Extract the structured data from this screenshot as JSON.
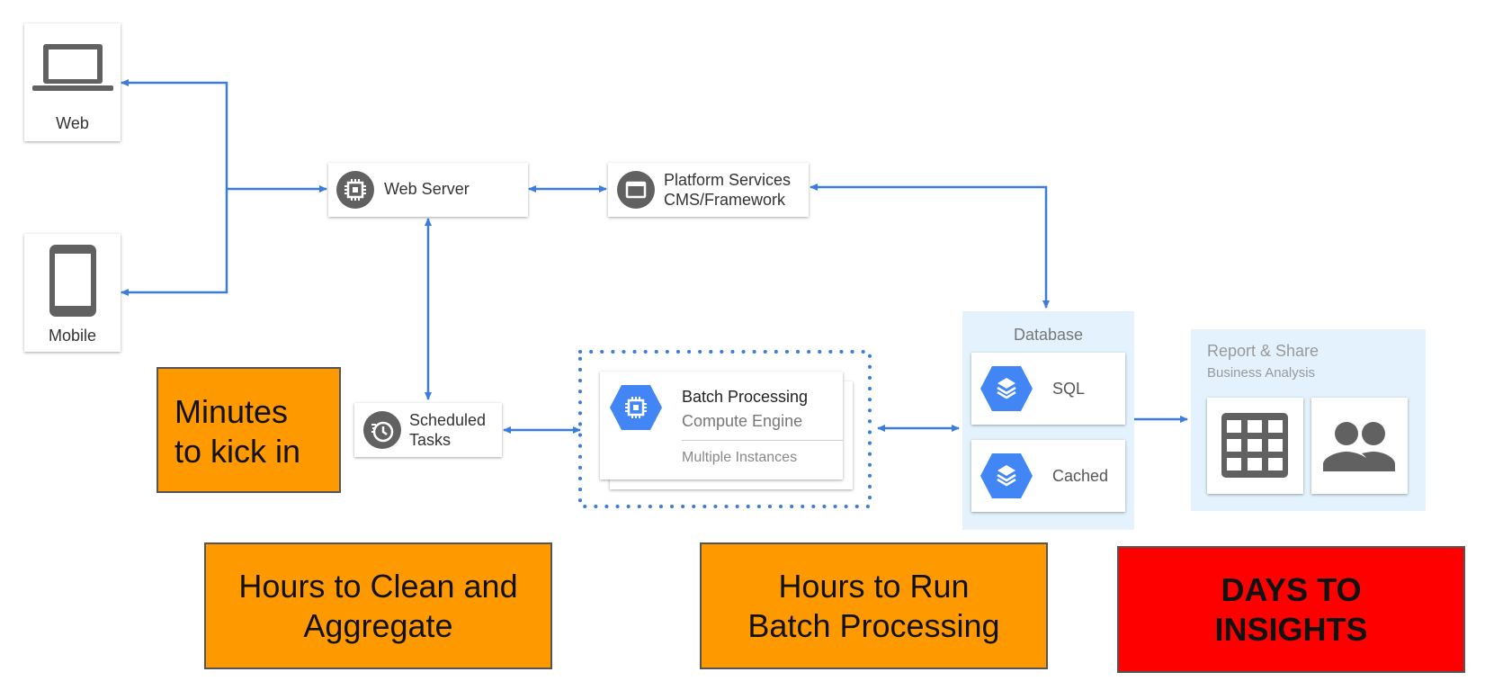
{
  "devices": {
    "web": {
      "label": "Web",
      "icon": "laptop-icon"
    },
    "mobile": {
      "label": "Mobile",
      "icon": "phone-icon"
    }
  },
  "web_server": {
    "label": "Web Server",
    "icon": "chip-icon"
  },
  "platform": {
    "line1": "Platform Services",
    "line2": "CMS/Framework",
    "icon": "window-icon"
  },
  "scheduled": {
    "line1": "Scheduled",
    "line2": "Tasks",
    "icon": "clock-icon"
  },
  "batch": {
    "title": "Batch Processing",
    "subtitle": "Compute Engine",
    "note": "Multiple Instances",
    "icon": "chip-hexagon-icon"
  },
  "database": {
    "title": "Database",
    "items": [
      "SQL",
      "Cached"
    ],
    "icon": "layers-hexagon-icon"
  },
  "report": {
    "title": "Report & Share",
    "subtitle": "Business Analysis",
    "icons": [
      "grid-icon",
      "people-icon"
    ]
  },
  "callouts": {
    "minutes": {
      "line1": "Minutes",
      "line2": "to kick in"
    },
    "clean": {
      "line1": "Hours to Clean and",
      "line2": "Aggregate"
    },
    "batch_run": {
      "line1": "Hours to Run",
      "line2": "Batch Processing"
    },
    "days": {
      "line1": "DAYS TO",
      "line2": "INSIGHTS"
    }
  },
  "colors": {
    "arrow": "#3b7ddd",
    "orange": "#ff9900",
    "red": "#ff0000",
    "zone": "#e3f2fd",
    "hex_blue": "#4285f4",
    "icon_gray": "#616161"
  }
}
